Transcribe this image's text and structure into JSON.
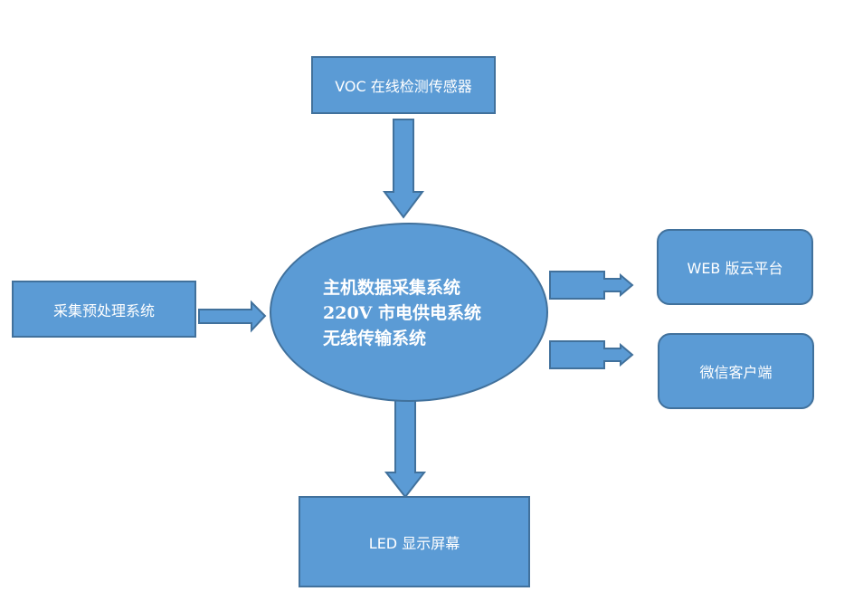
{
  "colors": {
    "fill": "#5b9bd5",
    "stroke": "#41719c",
    "text": "#ffffff"
  },
  "boxes": {
    "voc": "VOC 在线检测传感器",
    "collect": "采集预处理系统",
    "web": "WEB 版云平台",
    "wechat": "微信客户端",
    "led": "LED 显示屏幕"
  },
  "center": {
    "line1": "主机数据采集系统",
    "line2": "220V 市电供电系统",
    "line3": "无线传输系统"
  }
}
